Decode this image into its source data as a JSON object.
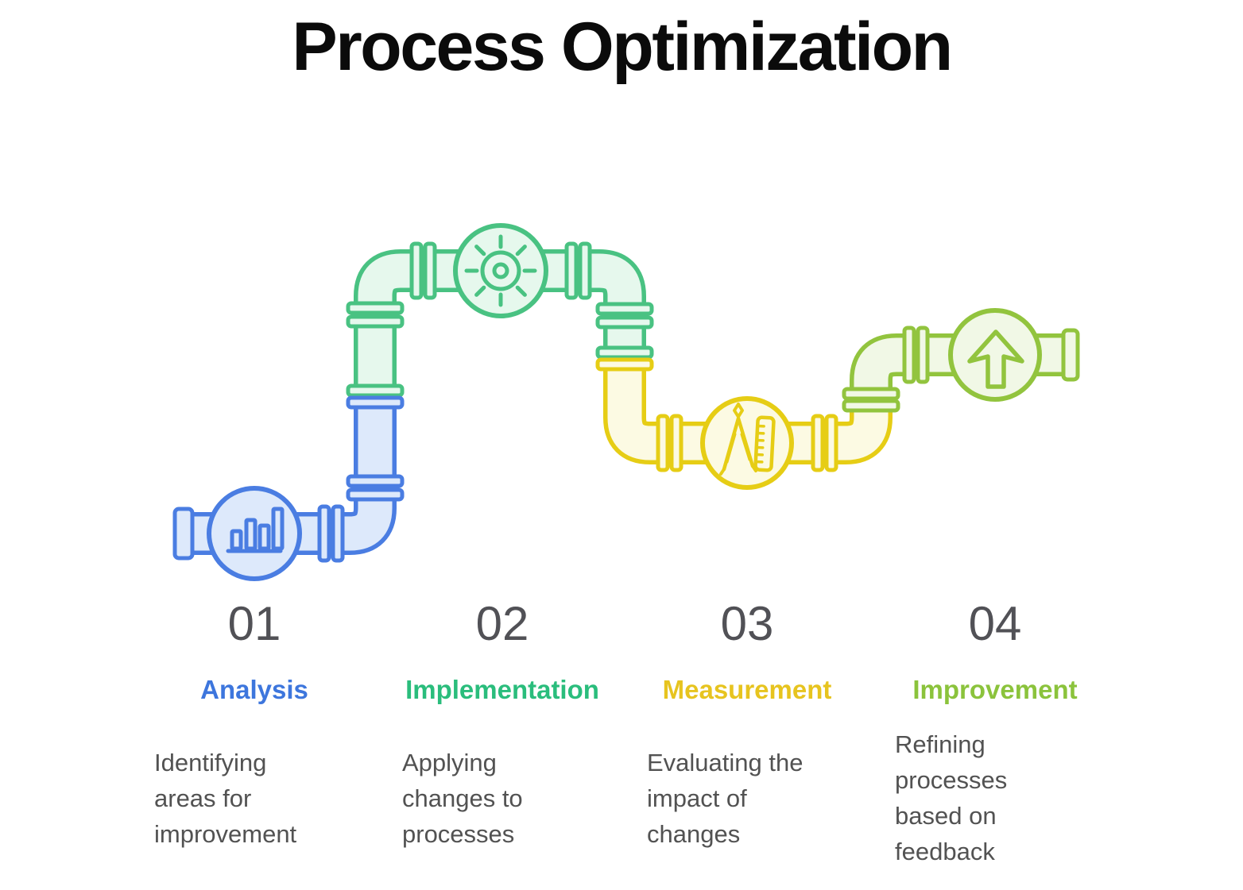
{
  "title": "Process Optimization",
  "stages": [
    {
      "number": "01",
      "label": "Analysis",
      "description": "Identifying areas for improvement",
      "color": "#3d76dd",
      "pipe_stroke": "#4a7de2",
      "pipe_fill": "#dde9fb",
      "icon": "bar-chart-icon"
    },
    {
      "number": "02",
      "label": "Implementation",
      "description": "Applying changes to processes",
      "color": "#2abd7c",
      "pipe_stroke": "#49c282",
      "pipe_fill": "#e6f8ed",
      "icon": "gear-icon"
    },
    {
      "number": "03",
      "label": "Measurement",
      "description": "Evaluating the impact of changes",
      "color": "#e7c41f",
      "pipe_stroke": "#e6cd15",
      "pipe_fill": "#fcfae3",
      "icon": "compass-ruler-icon"
    },
    {
      "number": "04",
      "label": "Improvement",
      "description": "Refining processes based on feedback",
      "color": "#8bc33c",
      "pipe_stroke": "#92c43e",
      "pipe_fill": "#f1f8e6",
      "icon": "arrow-up-icon"
    }
  ]
}
